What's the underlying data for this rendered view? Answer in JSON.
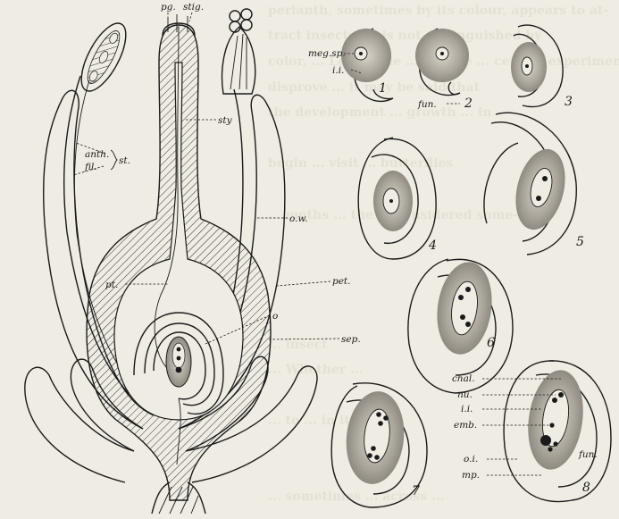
{
  "main_figure": {
    "labels": {
      "pg": "pg.",
      "stig": "stig.",
      "anth": "anth.",
      "fil": "fil.",
      "st": "st.",
      "sty": "sty",
      "ow": "o.w.",
      "pt": "pt.",
      "pet": "pet.",
      "o": "o",
      "sep": "sep."
    }
  },
  "stages": [
    {
      "number": "1",
      "labels": [
        "meg.sp.",
        "i.i."
      ]
    },
    {
      "number": "2",
      "labels": [
        "fun."
      ]
    },
    {
      "number": "3",
      "labels": []
    },
    {
      "number": "4",
      "labels": []
    },
    {
      "number": "5",
      "labels": []
    },
    {
      "number": "6",
      "labels": []
    },
    {
      "number": "7",
      "labels": []
    },
    {
      "number": "8",
      "labels": [
        "chal.",
        "nu.",
        "i.i.",
        "emb.",
        "o.i.",
        "fun.",
        "mp."
      ]
    }
  ],
  "background_text": [
    "perianth, sometimes by its colour, appears to at-",
    "tract insects; ... is not distinguished by",
    "color, ... Lemonade ... believe ... certain experiments seem to",
    "disprove ... it may be said that",
    "the development ... growth ... in",
    "begin ... visit ... butterflies",
    "... moths ... the ... considered some-",
    "... insect",
    "... Whether ...",
    "... to ... in its ...",
    "... sometimes ... across ..."
  ],
  "colors": {
    "paper": "#efece3",
    "ink": "#1a1a1a",
    "tissue": "#b9b4a8"
  }
}
